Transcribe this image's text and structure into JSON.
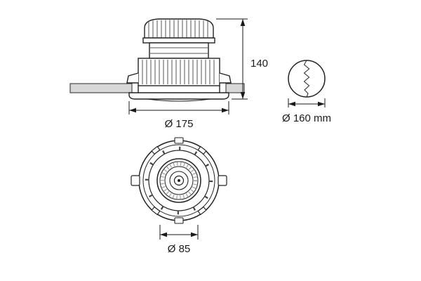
{
  "colors": {
    "line": "#1a1a1a",
    "outline": "#222222",
    "ceiling_fill": "#d8d8d8"
  },
  "dimensions": {
    "height": "140",
    "flange_diameter": "Ø 175",
    "cutout_diameter": "Ø 160 mm",
    "lens_diameter": "Ø 85"
  }
}
